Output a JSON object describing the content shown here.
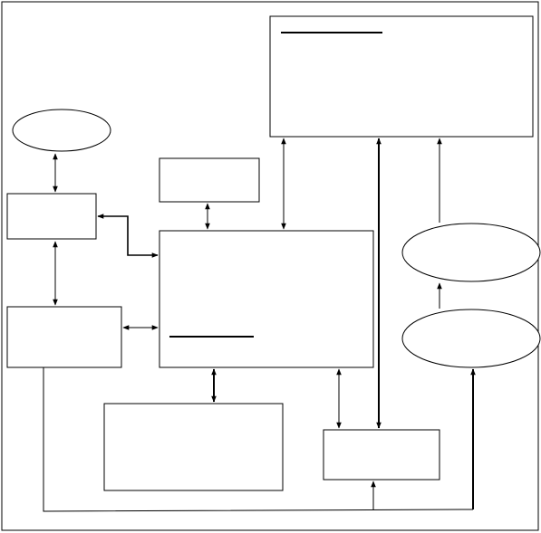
{
  "diagram": {
    "stroke_color": "#000000",
    "background": "#ffffff",
    "nodes": [
      {
        "id": "top-right-box",
        "shape": "rect",
        "label": "",
        "has_underline": true
      },
      {
        "id": "left-ellipse",
        "shape": "ellipse",
        "label": ""
      },
      {
        "id": "small-top-box",
        "shape": "rect",
        "label": ""
      },
      {
        "id": "left-box-upper",
        "shape": "rect",
        "label": ""
      },
      {
        "id": "center-box",
        "shape": "rect",
        "label": "",
        "has_underline": true
      },
      {
        "id": "left-box-lower",
        "shape": "rect",
        "label": ""
      },
      {
        "id": "right-ellipse-upper",
        "shape": "ellipse",
        "label": ""
      },
      {
        "id": "right-ellipse-lower",
        "shape": "ellipse",
        "label": ""
      },
      {
        "id": "bottom-center-box",
        "shape": "rect",
        "label": ""
      },
      {
        "id": "bottom-right-box",
        "shape": "rect",
        "label": ""
      }
    ],
    "connections": [
      {
        "id": "left-ellipse-to-left-box-upper",
        "direction": "both"
      },
      {
        "id": "left-box-upper-to-left-box-lower",
        "direction": "both"
      },
      {
        "id": "center-box-to-left-box-upper",
        "direction": "both"
      },
      {
        "id": "left-box-lower-to-center-box",
        "direction": "both"
      },
      {
        "id": "small-top-box-to-center-box",
        "direction": "both"
      },
      {
        "id": "center-box-to-top-right-box",
        "direction": "both"
      },
      {
        "id": "center-box-to-bottom-center-box",
        "direction": "both"
      },
      {
        "id": "center-box-to-bottom-right-box",
        "direction": "both"
      },
      {
        "id": "top-right-box-to-bottom-right-box",
        "direction": "both"
      },
      {
        "id": "right-ellipse-upper-to-top-right-box",
        "direction": "forward"
      },
      {
        "id": "right-ellipse-lower-to-right-ellipse-upper",
        "direction": "forward"
      },
      {
        "id": "left-box-lower-to-bottom-right-box",
        "direction": "forward"
      },
      {
        "id": "left-box-lower-to-right-ellipse-lower",
        "direction": "forward"
      }
    ]
  }
}
